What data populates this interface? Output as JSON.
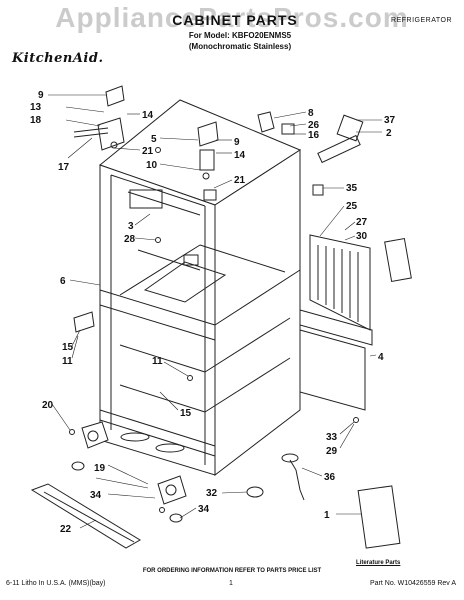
{
  "watermark": "AppliancePartsPros.com",
  "header": {
    "title": "CABINET PARTS",
    "model_line": "For Model: KBFO20ENMS5",
    "variant_line": "(Monochromatic Stainless)",
    "category": "REFRIGERATOR",
    "brand": "KitchenAid."
  },
  "labels": {
    "literature_parts": "Literature Parts"
  },
  "footer": {
    "order_note": "FOR ORDERING INFORMATION REFER TO PARTS PRICE LIST",
    "litho": "6-11 Litho In U.S.A. (MMS)(bay)",
    "page": "1",
    "part_no": "Part No. W10426559 Rev A"
  },
  "callouts": [
    "9",
    "13",
    "14",
    "18",
    "17",
    "21",
    "5",
    "9",
    "14",
    "10",
    "21",
    "8",
    "26",
    "16",
    "37",
    "2",
    "35",
    "25",
    "27",
    "30",
    "3",
    "28",
    "6",
    "4",
    "15",
    "11",
    "11",
    "15",
    "20",
    "33",
    "29",
    "19",
    "34",
    "36",
    "32",
    "34",
    "22",
    "1"
  ],
  "colors": {
    "line": "#222222",
    "watermark": "#a0a0a0"
  }
}
